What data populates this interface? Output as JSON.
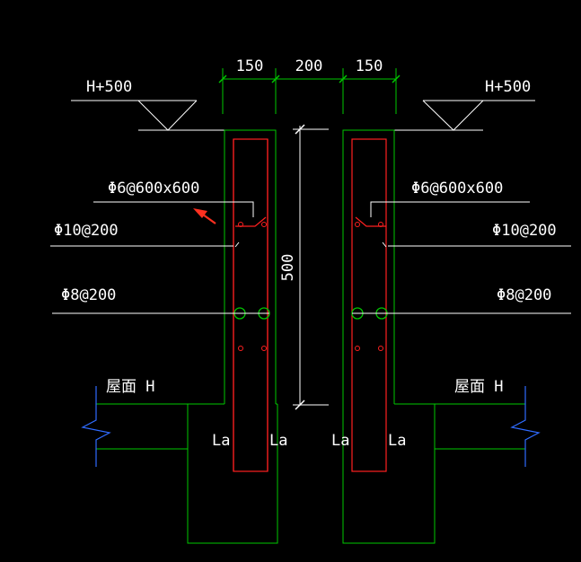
{
  "colors": {
    "background": "#000000",
    "concrete": "#00c800",
    "rebar": "#ff2020",
    "text": "#ffffff",
    "break_line": "#2f6bff",
    "arrow": "#ff3020"
  },
  "dimensions": {
    "left_offset": "150",
    "gap": "200",
    "right_offset": "150",
    "height": "500"
  },
  "left": {
    "elevation": "H+500",
    "stirrup": "Φ6@600x600",
    "horizontal_bar": "Φ10@200",
    "vertical_bar": "Φ8@200",
    "roof_level": "屋面 H",
    "anchor_outer": "La",
    "anchor_inner": "La"
  },
  "right": {
    "elevation": "H+500",
    "stirrup": "Φ6@600x600",
    "horizontal_bar": "Φ10@200",
    "vertical_bar": "Φ8@200",
    "roof_level": "屋面 H",
    "anchor_inner": "La",
    "anchor_outer": "La"
  },
  "annotation": {
    "arrow_icon": "red-pointer-arrow"
  }
}
